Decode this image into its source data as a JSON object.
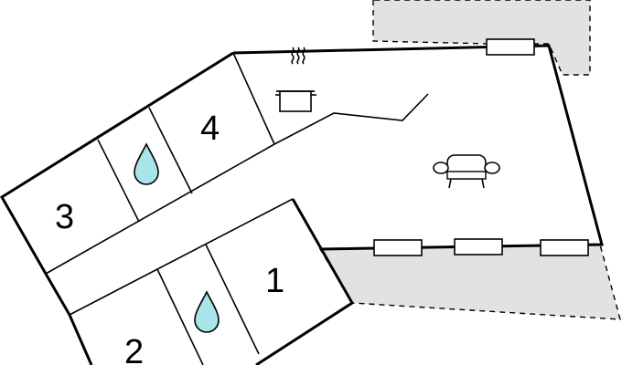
{
  "rooms": {
    "room1": {
      "number": "1"
    },
    "room2": {
      "number": "2"
    },
    "room3": {
      "number": "3"
    },
    "room4": {
      "number": "4"
    }
  },
  "icons": {
    "bathroom": "water-drop-icon",
    "kitchen": "cooking-pot-icon",
    "living": "armchair-icon"
  },
  "colors": {
    "walls": "#000000",
    "terrace": "#e2e2e2",
    "water": "#a8e4ea",
    "background": "#ffffff"
  }
}
